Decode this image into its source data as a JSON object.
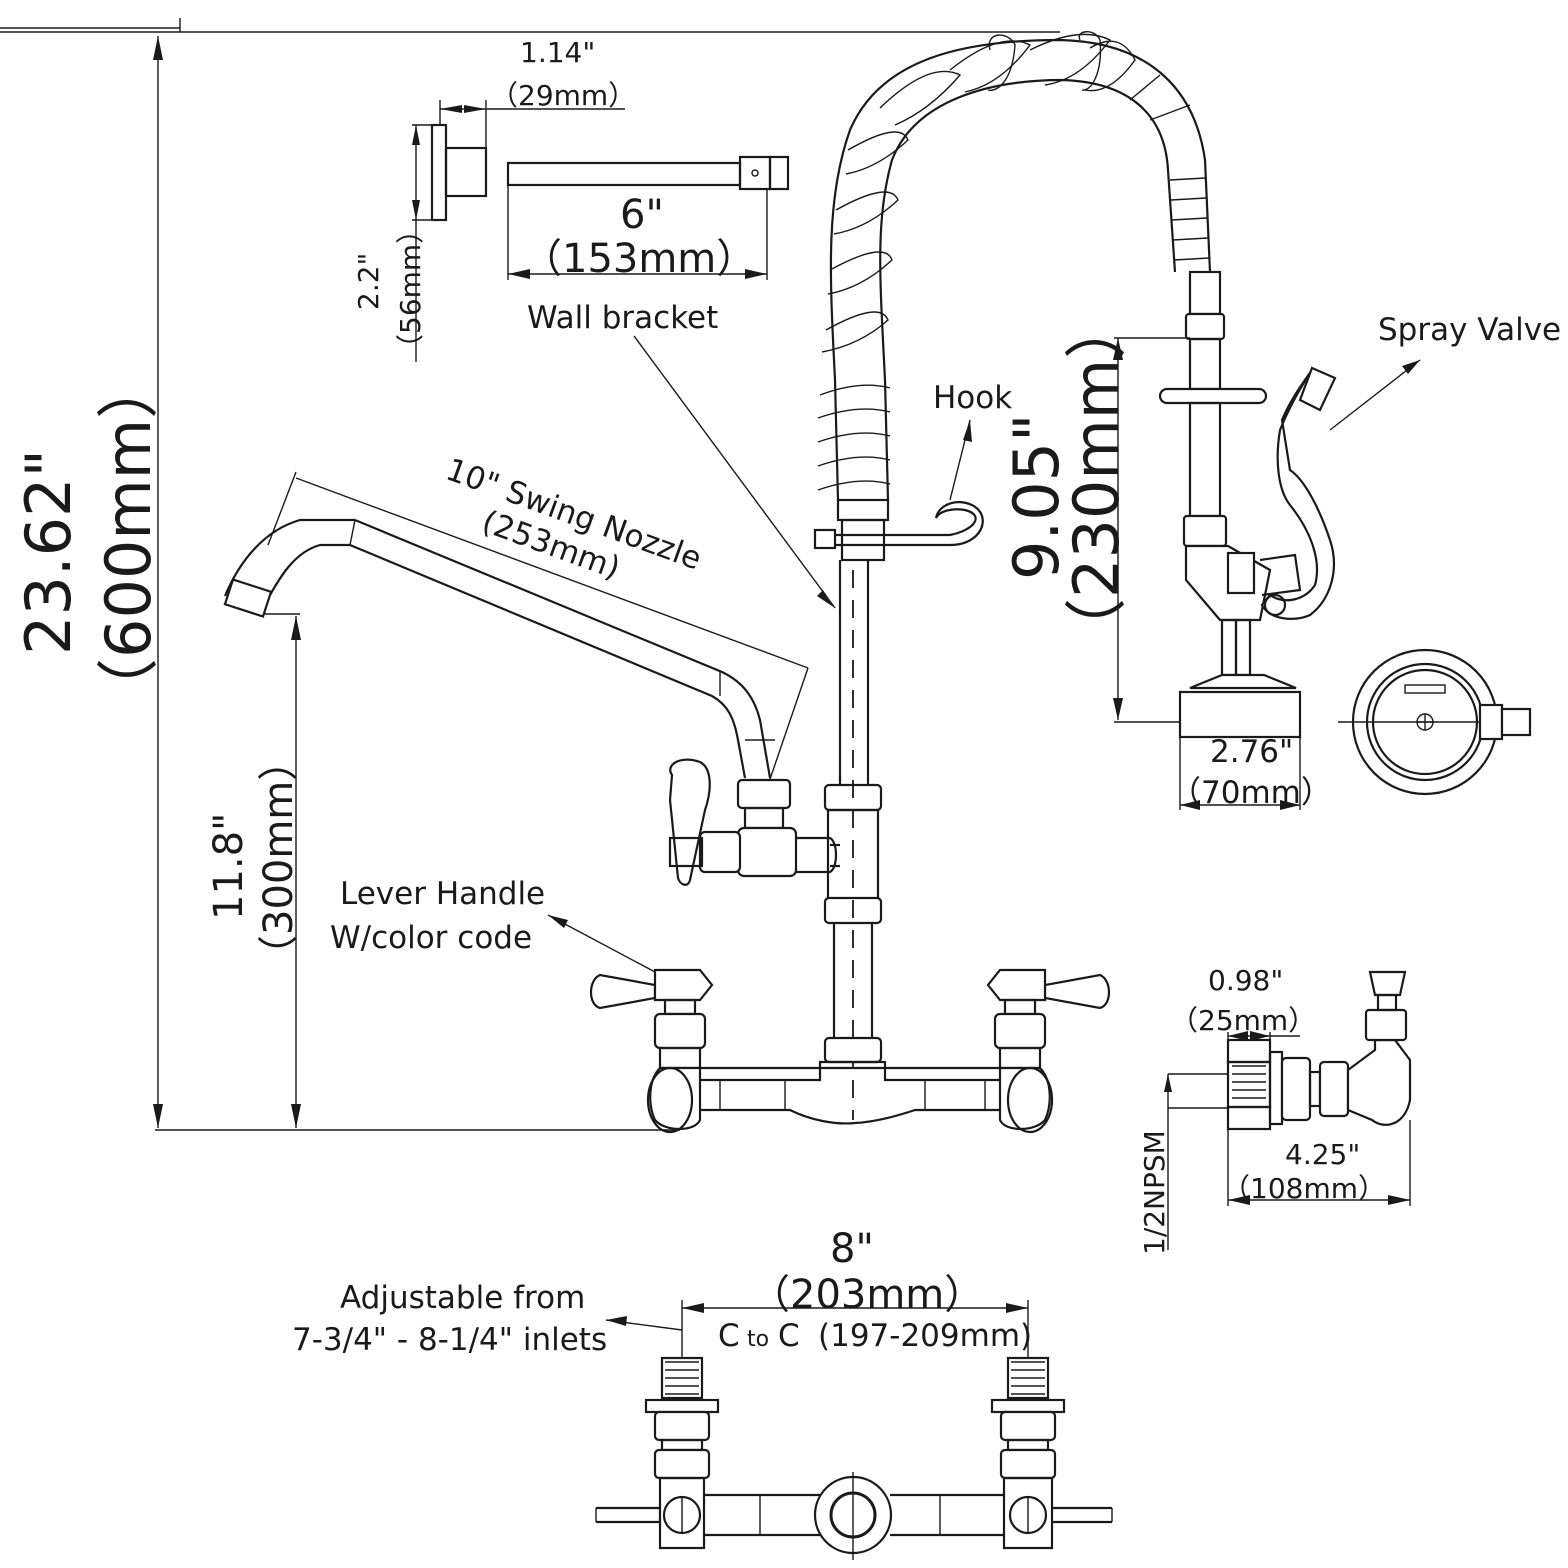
{
  "labels": {
    "wall_bracket": "Wall  bracket",
    "hook": "Hook",
    "spray_valve": "Spray  Valve",
    "swing_nozzle": "10\" Swing Nozzle",
    "swing_nozzle_mm": "(253mm)",
    "lever_handle_1": "Lever Handle",
    "lever_handle_2": "W/color code",
    "adjustable_1": "Adjustable    from",
    "adjustable_2": "7-3/4\"  -  8-1/4\" inlets",
    "c_to_c_1": "C",
    "c_to_c_2": "to",
    "c_to_c_3": "C",
    "c_to_c_range": "(197-209mm)",
    "npsm": "1/2NPSM"
  },
  "dimensions": {
    "overall_height_in": "23.62\"",
    "overall_height_mm": "（600mm）",
    "spout_height_in": "11.8\"",
    "spout_height_mm": "（300mm）",
    "bracket_depth_in": "1.14\"",
    "bracket_depth_mm": "（29mm）",
    "bracket_height_in": "2.2\"",
    "bracket_height_mm": "（56mm）",
    "bracket_length_in": "6\"",
    "bracket_length_mm": "（153mm）",
    "spray_height_in": "9.05\"",
    "spray_height_mm": "（230mm）",
    "spray_width_in": "2.76\"",
    "spray_width_mm": "（70mm）",
    "flange_in": "0.98\"",
    "flange_mm": "（25mm）",
    "inlet_depth_in": "4.25\"",
    "inlet_depth_mm": "（108mm）",
    "center_in": "8\"",
    "center_mm": "（203mm）"
  }
}
